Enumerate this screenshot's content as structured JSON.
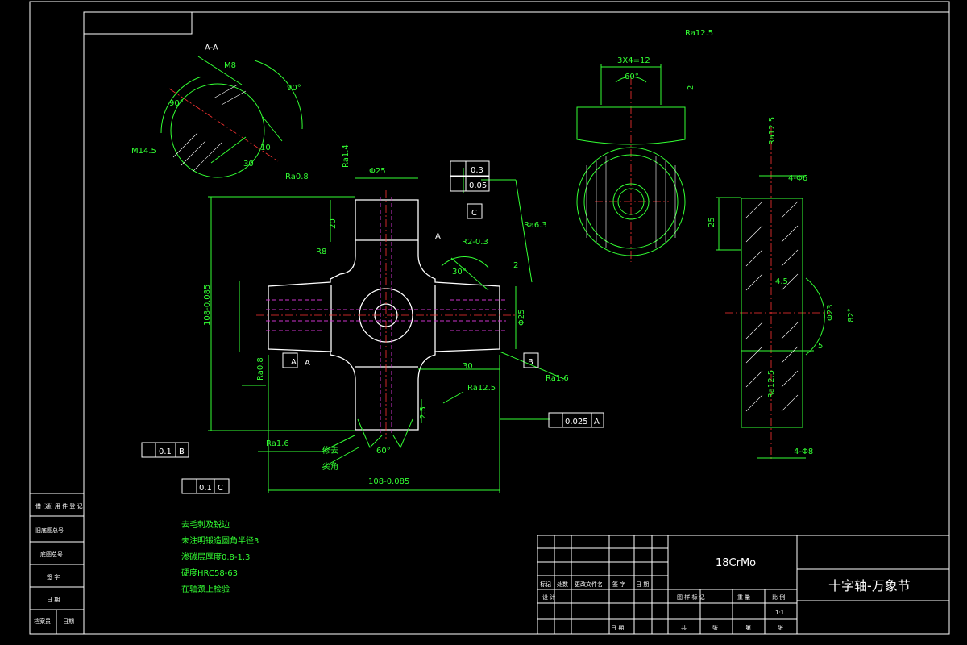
{
  "drawing": {
    "material": "18CrMo",
    "title": "十字轴-万象节",
    "scale": "1:1",
    "section_label": "A-A",
    "view_label_a": "A",
    "view_label_a2": "A",
    "datum_a": "A",
    "datum_b": "B",
    "datum_c": "C",
    "chamfer_note": "修去",
    "sharp_note": "尖角"
  },
  "tech_notes": [
    "去毛刺及锐边",
    "未注明锻造圆角半径3",
    "渗碳层厚度0.8-1.3",
    "硬度HRC58-63",
    "在轴颈上检验"
  ],
  "dimensions": {
    "m8": "M8",
    "ang90a": "90°",
    "ang90b": "90°",
    "m14": "M14.5",
    "d30": "30",
    "d10": "10",
    "d25top": "Φ25",
    "d20": "20",
    "r8": "R8",
    "h108": "108-0.085",
    "d25b": "Φ25",
    "d30b": "30",
    "d25c": "2.5",
    "ang60": "60°",
    "ang30": "30°",
    "r2": "R2-0.3",
    "d2": "2",
    "w108": "108-0.085",
    "pitch": "3X4=12",
    "ang60g": "60°",
    "h2": "2",
    "d25s": "25",
    "r4": "4-Φ6",
    "phi23": "Φ23",
    "ang82": "82°",
    "d5": "5",
    "d8": "4-Φ8",
    "r15": "4.5"
  },
  "roughness": {
    "ra08a": "Ra0.8",
    "ra14": "Ra1.4",
    "ra63": "Ra6.3",
    "ra08b": "Ra0.8",
    "ra16a": "Ra1.6",
    "ra16b": "Ra1.6",
    "ra125a": "Ra12.5",
    "ra125b": "Ra12.5",
    "ra125c": "Ra12.5",
    "ra125d": "Ra12.5"
  },
  "tolerances": {
    "sym_top": "0.3",
    "perp_top": "0.05",
    "runout": "0.025",
    "runout_datum": "A",
    "sym_left": "0.1",
    "sym_left_datum": "B",
    "sym_bottom": "0.1",
    "sym_bottom_datum": "C"
  },
  "left_strip": [
    "借 (通) 用 件 登 记",
    "旧底图总号",
    "底图总号",
    "签 字",
    "日 期"
  ],
  "left_strip_bottom": [
    "档案员",
    "日期"
  ],
  "title_block": {
    "row_labels": [
      "标记",
      "处数",
      "更改文件名",
      "签 字",
      "日 期"
    ],
    "design": "设 计",
    "date": "日 期",
    "stage_labels": [
      "图 样 标 记",
      "重 量",
      "比 例"
    ],
    "sheet_labels": [
      "共",
      "张",
      "第",
      "张"
    ]
  }
}
